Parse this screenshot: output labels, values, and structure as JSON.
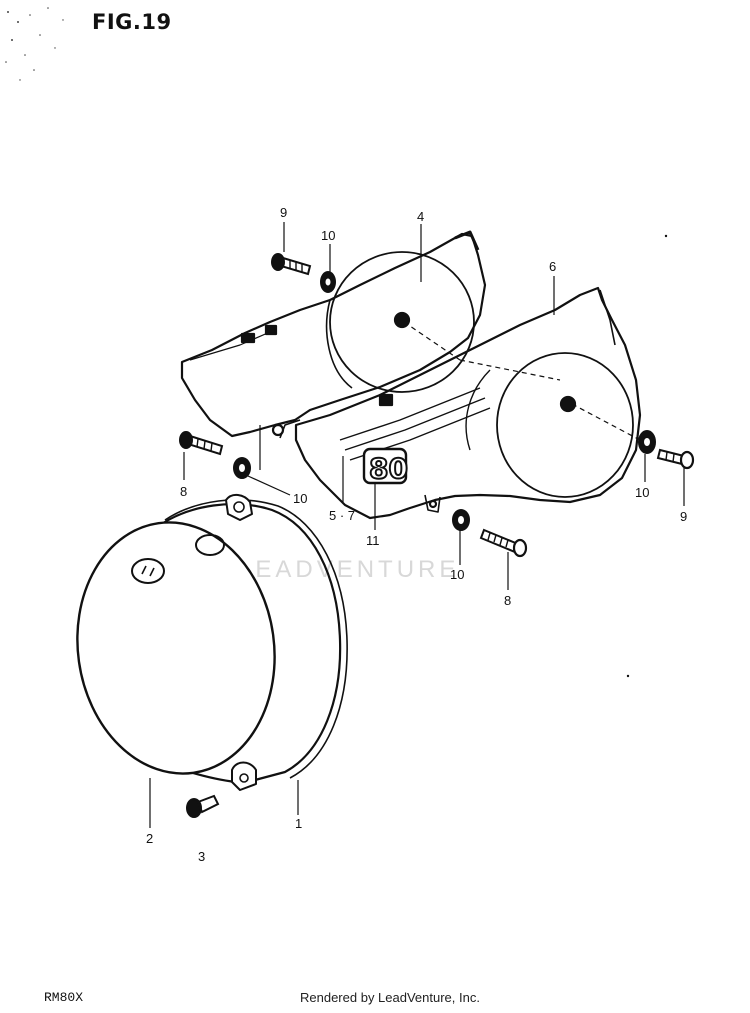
{
  "figure_label": "FIG.19",
  "model_code": "RM80X",
  "credit": "Rendered by LeadVenture, Inc.",
  "watermark": "LEADVENTURE",
  "decal_text": "80",
  "callouts": {
    "p1": "1",
    "p2": "2",
    "p3": "3",
    "p4": "4",
    "p57": "5 · 7",
    "p6": "6",
    "p8a": "8",
    "p8b": "8",
    "p9a": "9",
    "p9b": "9",
    "p10a": "10",
    "p10b": "10",
    "p10c": "10",
    "p10d": "10",
    "p11": "11"
  }
}
